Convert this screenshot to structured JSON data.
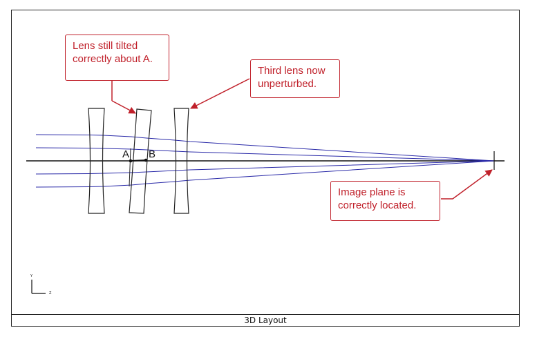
{
  "window": {
    "footer_title": "3D Layout"
  },
  "callouts": {
    "lens_tilted": [
      "Lens still tilted",
      "correctly about A."
    ],
    "third_lens": [
      "Third lens now",
      "unperturbed."
    ],
    "image_plane": [
      "Image plane is",
      "correctly located."
    ]
  },
  "points": {
    "a": "A",
    "b": "B"
  },
  "axes": {
    "vertical": "Y",
    "horizontal": "Z"
  },
  "colors": {
    "rays": "#2a2aa8",
    "callout": "#c0202a",
    "lens_outline": "#222222"
  }
}
